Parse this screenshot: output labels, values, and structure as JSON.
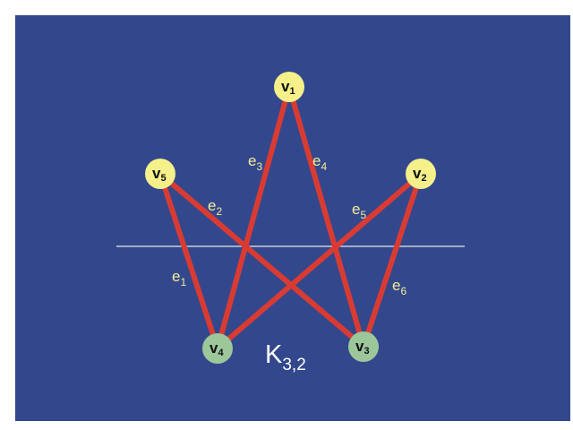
{
  "graph": {
    "title_main": "K",
    "title_sub": "3,2",
    "edge_color": "#d93b33",
    "top_vertex_color": "#f5f08a",
    "bottom_vertex_color": "#9cc79a",
    "divider_color": "#e8e8e8",
    "background": "#33488c",
    "vertices": [
      {
        "id": "v1",
        "main": "v",
        "sub": "1",
        "group": "top"
      },
      {
        "id": "v2",
        "main": "v",
        "sub": "2",
        "group": "top"
      },
      {
        "id": "v5",
        "main": "v",
        "sub": "5",
        "group": "top"
      },
      {
        "id": "v4",
        "main": "v",
        "sub": "4",
        "group": "bottom"
      },
      {
        "id": "v3",
        "main": "v",
        "sub": "3",
        "group": "bottom"
      }
    ],
    "edges": [
      {
        "id": "e1",
        "main": "e",
        "sub": "1",
        "from": "v5",
        "to": "v4"
      },
      {
        "id": "e2",
        "main": "e",
        "sub": "2",
        "from": "v5",
        "to": "v3"
      },
      {
        "id": "e3",
        "main": "e",
        "sub": "3",
        "from": "v1",
        "to": "v4"
      },
      {
        "id": "e4",
        "main": "e",
        "sub": "4",
        "from": "v1",
        "to": "v3"
      },
      {
        "id": "e5",
        "main": "e",
        "sub": "5",
        "from": "v2",
        "to": "v4"
      },
      {
        "id": "e6",
        "main": "e",
        "sub": "6",
        "from": "v2",
        "to": "v3"
      }
    ]
  }
}
